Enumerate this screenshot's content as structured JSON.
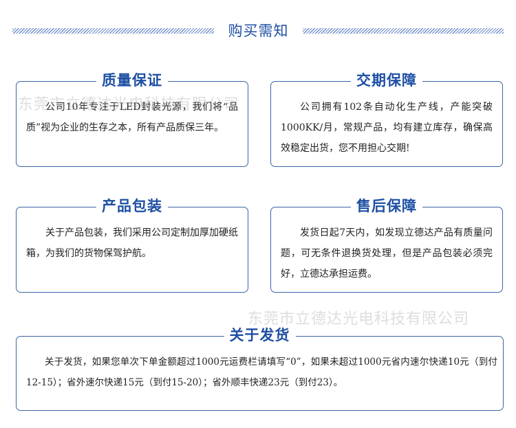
{
  "header": {
    "title": "购买需知"
  },
  "cards": {
    "quality": {
      "title": "质量保证",
      "body": "公司10年专注于LED封装光源，我们将“品质”视为企业的生存之本，所有产品质保三年。"
    },
    "delivery": {
      "title": "交期保障",
      "body": "公司拥有102条自动化生产线，产能突破1000KK/月，常规产品，均有建立库存，确保高效稳定出货，您不用担心交期!"
    },
    "packaging": {
      "title": "产品包装",
      "body": "关于产品包装，我们采用公司定制加厚加硬纸箱，为我们的货物保驾护航。"
    },
    "aftersales": {
      "title": "售后保障",
      "body": "发货日起7天内，如发现立德达产品有质量问题，可无条件退换货处理，但是产品包装必须完好，立德达承担运费。"
    },
    "shipping": {
      "title": "关于发货",
      "body": "关于发货，如果您单次下单金额超过1000元运费栏请填写“0”，如果未超过1000元省内速尔快递10元（到付12-15）；省外速尔快递15元（到付15-20）；省外顺丰快递23元（到付23）。"
    }
  },
  "watermark": {
    "text": "东莞市立德达光电科技有限公司"
  },
  "colors": {
    "accent": "#1e4fa3",
    "border": "#3c63a8",
    "hatch": "#6d8cc7"
  }
}
